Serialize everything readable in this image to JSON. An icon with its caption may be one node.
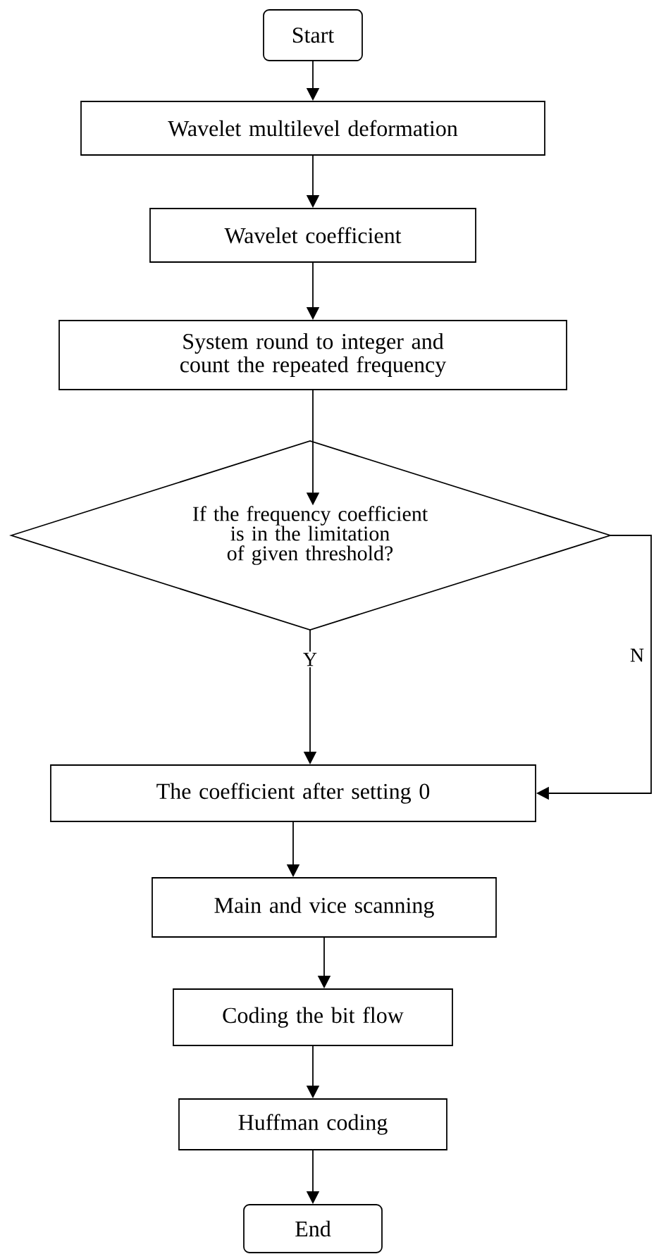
{
  "diagram": {
    "nodes": [
      {
        "text": [
          "Start"
        ]
      },
      {
        "text": [
          "Wavelet multilevel deformation"
        ]
      },
      {
        "text": [
          "Wavelet coefficient"
        ]
      },
      {
        "text": [
          "System round to integer and count the repeated frequency"
        ]
      },
      {
        "text": [
          "If the frequency coefficient is in the limitation of given threshold?"
        ]
      },
      {
        "text": [
          "The coefficient after setting 0"
        ]
      },
      {
        "text": [
          "Main and vice scanning"
        ]
      },
      {
        "text": [
          "Coding the bit flow"
        ]
      },
      {
        "text": [
          "Huffman coding"
        ]
      },
      {
        "text": [
          "End"
        ]
      }
    ],
    "edges": [
      {
        "from": 0,
        "to": 1,
        "arrow": "to"
      },
      {
        "from": 1,
        "to": 2,
        "arrow": "to"
      },
      {
        "from": 2,
        "to": 3,
        "arrow": "to"
      },
      {
        "from": 3,
        "to": 4,
        "arrow": "to"
      },
      {
        "from": 4,
        "to": 5,
        "arrow": "to",
        "label": "Y"
      },
      {
        "from": 4,
        "to": 5,
        "arrow": "to",
        "label": "N"
      },
      {
        "from": 5,
        "to": 6,
        "arrow": "to"
      },
      {
        "from": 6,
        "to": 7,
        "arrow": "to"
      },
      {
        "from": 7,
        "to": 8,
        "arrow": "to"
      },
      {
        "from": 8,
        "to": 9,
        "arrow": "to"
      }
    ]
  }
}
